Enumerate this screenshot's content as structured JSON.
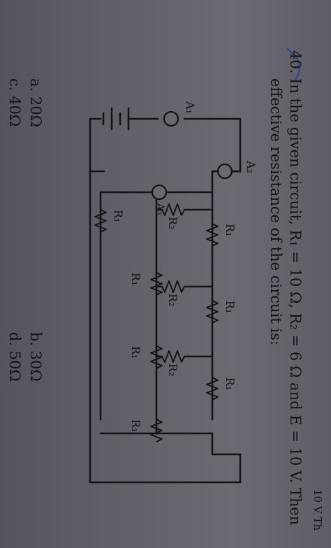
{
  "question": {
    "number": "40.",
    "line1": "In the given circuit, R₁ = 10 Ω, R₂ = 6 Ω and E = 10 V. Then",
    "line2": "effective resistance of the circuit is:"
  },
  "options": {
    "a": "a.  20Ω",
    "b": "b.  30Ω",
    "c": "c.  40Ω",
    "d": "d.  50Ω"
  },
  "circuit": {
    "ammeter_A1": "A₁",
    "ammeter_A2": "A₂",
    "ammeter_A3": "A₃",
    "label_R1": "R₁",
    "label_R2": "R₂"
  },
  "margin_fragment": "10 V Th",
  "colors": {
    "paper": "#615f68",
    "ink": "#141418",
    "pen_mark": "#3d4a86"
  }
}
